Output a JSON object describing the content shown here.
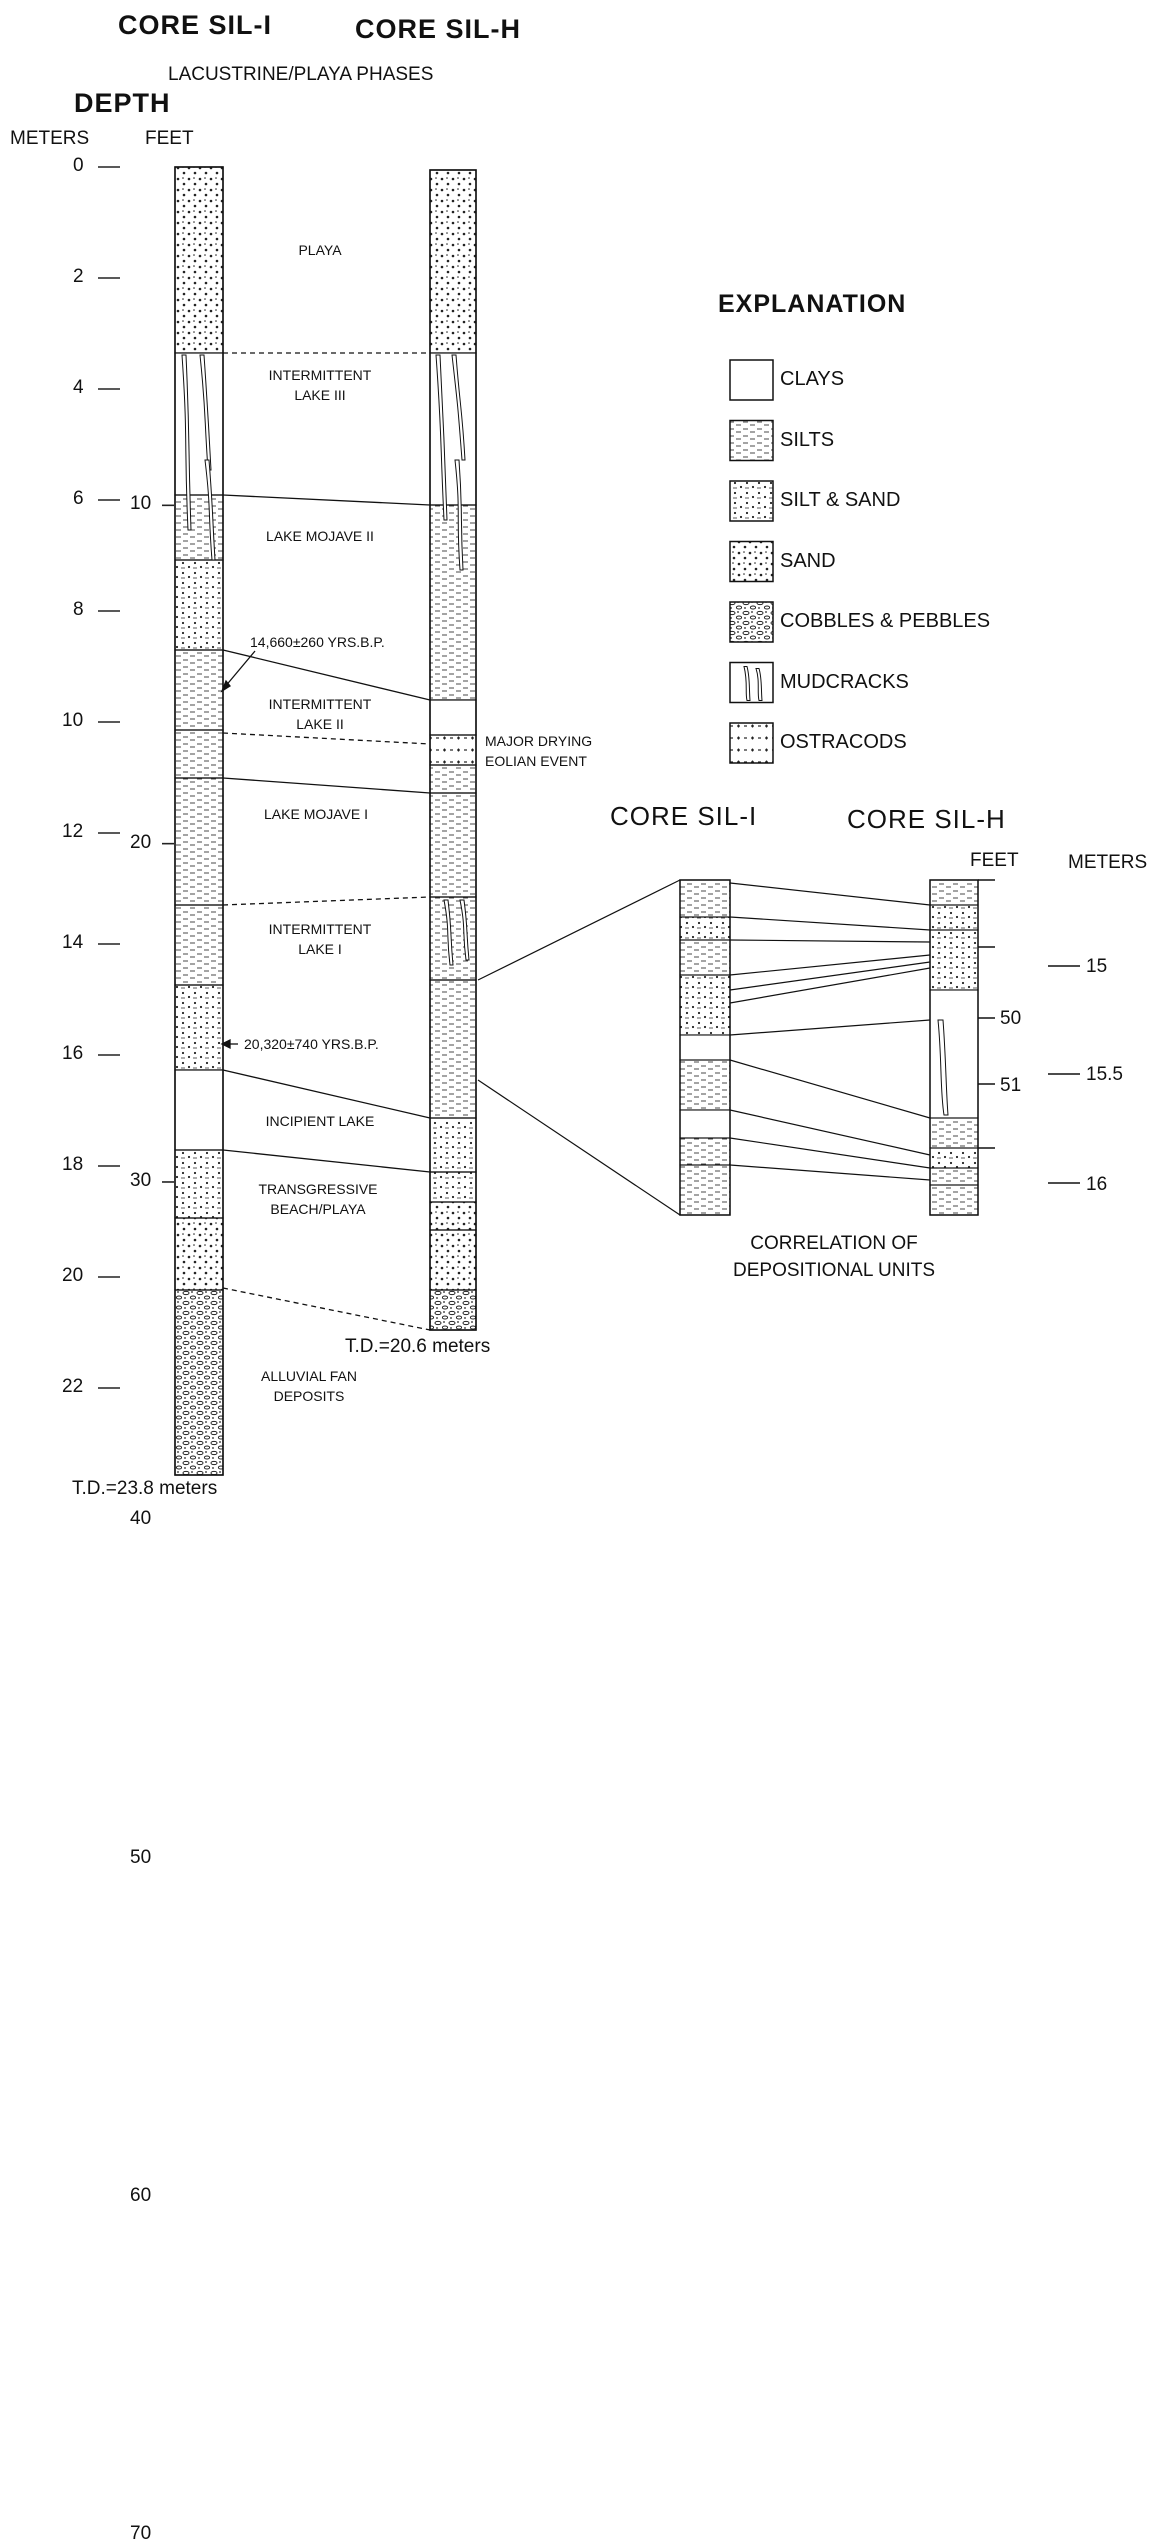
{
  "titles": {
    "core_sil_i": "CORE SIL-I",
    "core_sil_h": "CORE SIL-H",
    "subtitle": "LACUSTRINE/PLAYA PHASES",
    "depth": "DEPTH",
    "meters": "METERS",
    "feet": "FEET"
  },
  "meter_ticks": [
    "0",
    "2",
    "4",
    "6",
    "8",
    "10",
    "12",
    "14",
    "16",
    "18",
    "20",
    "22"
  ],
  "feet_ticks": [
    "10",
    "20",
    "30",
    "40",
    "50",
    "60",
    "70"
  ],
  "units": {
    "playa": "PLAYA",
    "intermittent_lake_iii": [
      "INTERMITTENT",
      "LAKE III"
    ],
    "lake_mojave_ii": "LAKE MOJAVE II",
    "intermittent_lake_ii": [
      "INTERMITTENT",
      "LAKE II"
    ],
    "lake_mojave_i": "LAKE MOJAVE I",
    "intermittent_lake_i": [
      "INTERMITTENT",
      "LAKE I"
    ],
    "incipient_lake": "INCIPIENT LAKE",
    "transgressive": [
      "TRANSGRESSIVE",
      "BEACH/PLAYA"
    ],
    "alluvial_fan": [
      "ALLUVIAL FAN",
      "DEPOSITS"
    ]
  },
  "annotations": {
    "date1": "14,660±260 YRS.B.P.",
    "date2": "20,320±740 YRS.B.P.",
    "major_drying": [
      "MAJOR DRYING",
      "EOLIAN EVENT"
    ],
    "td_sil_i": "T.D.=23.8 meters",
    "td_sil_h": "T.D.=20.6 meters"
  },
  "explanation": {
    "title": "EXPLANATION",
    "items": [
      {
        "label": "CLAYS",
        "pattern": "clay"
      },
      {
        "label": "SILTS",
        "pattern": "silt"
      },
      {
        "label": "SILT & SAND",
        "pattern": "siltsand"
      },
      {
        "label": "SAND",
        "pattern": "sand"
      },
      {
        "label": "COBBLES & PEBBLES",
        "pattern": "cobbles"
      },
      {
        "label": "MUDCRACKS",
        "pattern": "mudcracks"
      },
      {
        "label": "OSTRACODS",
        "pattern": "ostracods"
      }
    ]
  },
  "inset": {
    "core_sil_i": "CORE SIL-I",
    "core_sil_h": "CORE SIL-H",
    "feet": "FEET",
    "meters": "METERS",
    "feet_ticks": [
      "50",
      "51"
    ],
    "meter_ticks": [
      "15",
      "15.5",
      "16"
    ],
    "caption": [
      "CORRELATION OF",
      "DEPOSITIONAL UNITS"
    ]
  },
  "colors": {
    "ink": "#111111",
    "background": "#ffffff"
  }
}
